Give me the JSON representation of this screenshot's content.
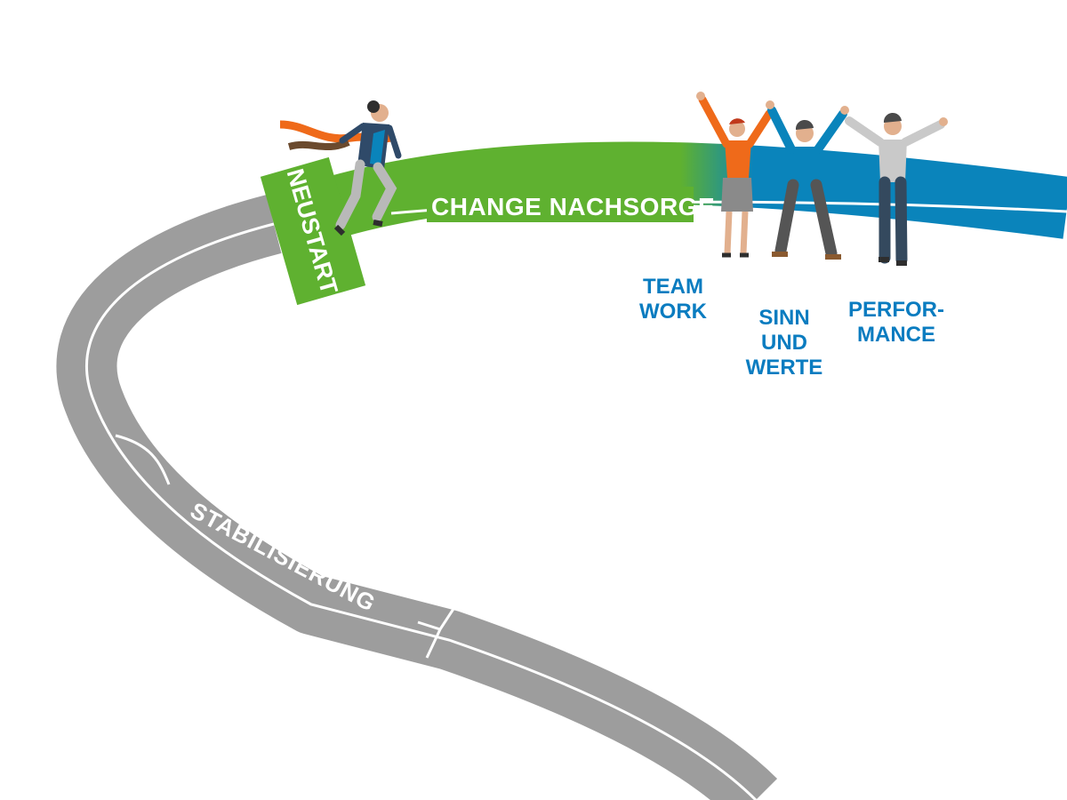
{
  "labels": {
    "stabilization": "STABILISIERUNG",
    "change_aftercare": "CHANGE NACHSORGE",
    "restart": "NEUSTART",
    "teamwork_line1": "TEAM",
    "teamwork_line2": "WORK",
    "meaning_line1": "SINN",
    "meaning_line2": "UND",
    "meaning_line3": "WERTE",
    "performance_line1": "PERFOR-",
    "performance_line2": "MANCE"
  },
  "colors": {
    "road_gray": "#9d9d9d",
    "road_green": "#5fb130",
    "road_blue": "#0a84bb",
    "label_blue": "#0a7cc0",
    "line_white": "#ffffff",
    "ribbon_orange": "#ef6a1a",
    "ribbon_brown": "#6b4a2e"
  },
  "icons": [
    "runner-icon",
    "finish-ribbon-icon",
    "woman-cheering-icon",
    "man-cheering-icon",
    "man-cheering-icon"
  ]
}
